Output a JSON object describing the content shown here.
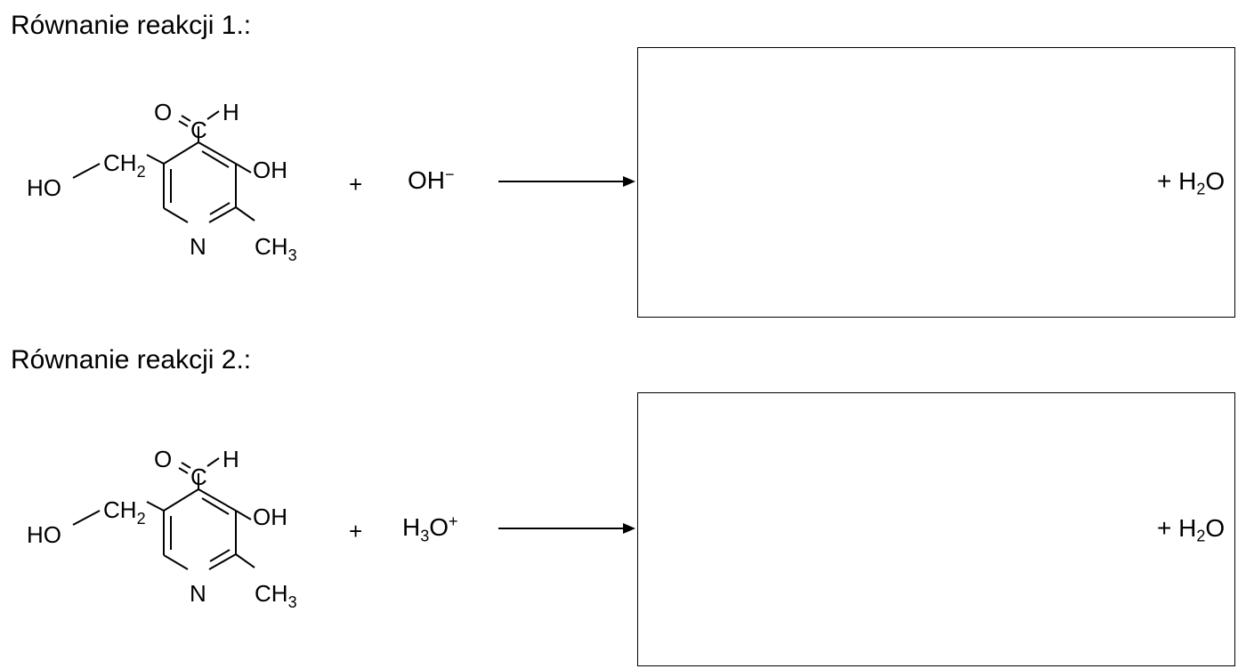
{
  "reactions": [
    {
      "title": "Równanie reakcji 1.:",
      "substrate": {
        "aldehyde_O": "O",
        "aldehyde_C": "C",
        "aldehyde_H": "H",
        "hydroxyl": "OH",
        "methyl": "CH",
        "methyl_sub": "3",
        "nitrogen": "N",
        "ch2": "CH",
        "ch2_sub": "2",
        "ho": "HO"
      },
      "plus": "+",
      "reagent": {
        "base": "OH",
        "superscript": "−",
        "subscript": ""
      },
      "product_plus": "+ H",
      "product_sub": "2",
      "product_tail": "O"
    },
    {
      "title": "Równanie reakcji 2.:",
      "substrate": {
        "aldehyde_O": "O",
        "aldehyde_C": "C",
        "aldehyde_H": "H",
        "hydroxyl": "OH",
        "methyl": "CH",
        "methyl_sub": "3",
        "nitrogen": "N",
        "ch2": "CH",
        "ch2_sub": "2",
        "ho": "HO"
      },
      "plus": "+",
      "reagent": {
        "base": "H",
        "subscript": "3",
        "tail": "O",
        "superscript": "+"
      },
      "product_plus": "+ H",
      "product_sub": "2",
      "product_tail": "O"
    }
  ]
}
